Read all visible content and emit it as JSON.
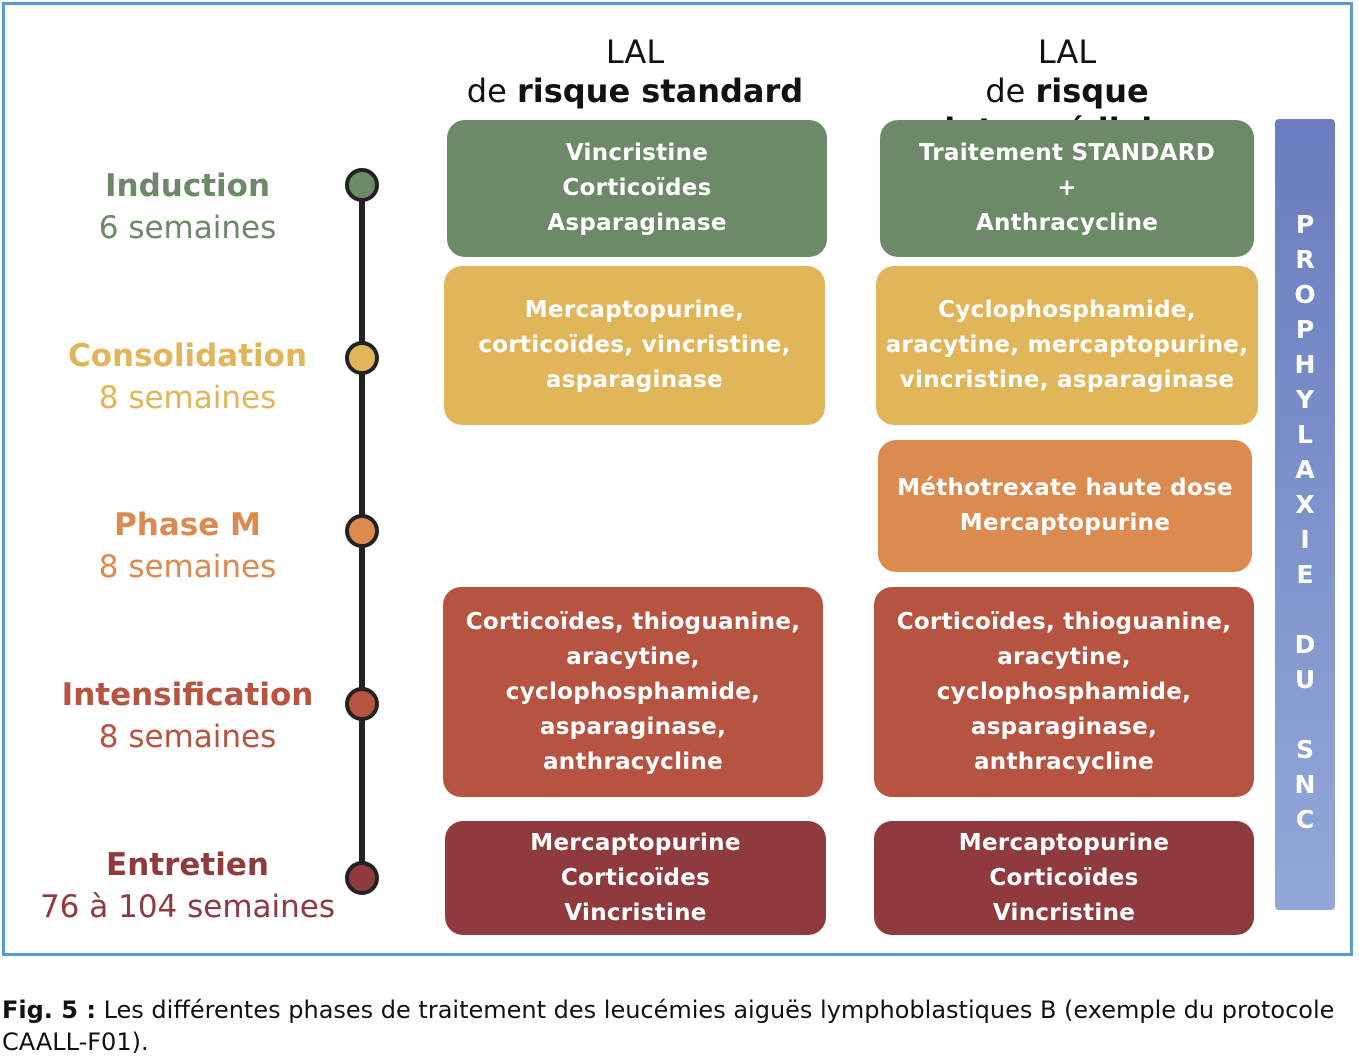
{
  "colors": {
    "induction": "#6d8a68",
    "consolidation": "#e1b65a",
    "phase_m": "#db8a50",
    "intensification": "#b65441",
    "entretien": "#8f3b3e",
    "prophylaxie": "#7b8fcb",
    "frame": "#5b9bd5"
  },
  "columns": [
    {
      "line1": "LAL",
      "prefix": "de ",
      "bold": "risque standard"
    },
    {
      "line1": "LAL",
      "prefix": "de ",
      "bold": "risque intermédiaire"
    }
  ],
  "phases": [
    {
      "name": "Induction",
      "duration": "6 semaines"
    },
    {
      "name": "Consolidation",
      "duration": "8 semaines"
    },
    {
      "name": "Phase M",
      "duration": "8 semaines"
    },
    {
      "name": "Intensification",
      "duration": "8 semaines"
    },
    {
      "name": "Entretien",
      "duration": "76 à 104 semaines"
    }
  ],
  "boxes": {
    "standard": {
      "induction": [
        "Vincristine",
        "Corticoïdes",
        "Asparaginase"
      ],
      "consolidation": [
        "Mercaptopurine,",
        "corticoïdes, vincristine,",
        "asparaginase"
      ],
      "intensification": [
        "Corticoïdes, thioguanine,",
        "aracytine,",
        "cyclophosphamide,",
        "asparaginase,",
        "anthracycline"
      ],
      "entretien": [
        "Mercaptopurine",
        "Corticoïdes",
        "Vincristine"
      ]
    },
    "intermediaire": {
      "induction": [
        "Traitement STANDARD",
        "+",
        "Anthracycline"
      ],
      "consolidation": [
        "Cyclophosphamide,",
        "aracytine, mercaptopurine,",
        "vincristine, asparaginase"
      ],
      "phase_m": [
        "Méthotrexate haute dose",
        "Mercaptopurine"
      ],
      "intensification": [
        "Corticoïdes, thioguanine,",
        "aracytine,",
        "cyclophosphamide,",
        "asparaginase,",
        "anthracycline"
      ],
      "entretien": [
        "Mercaptopurine",
        "Corticoïdes",
        "Vincristine"
      ]
    }
  },
  "prophylaxie": [
    "P",
    "R",
    "O",
    "P",
    "H",
    "Y",
    "L",
    "A",
    "X",
    "I",
    "E",
    " ",
    "D",
    "U",
    " ",
    "S",
    "N",
    "C"
  ],
  "caption": {
    "label": "Fig. 5 :",
    "text": " Les différentes phases de traitement des leucémies aiguës lymphoblastiques B (exemple du protocole CAALL-F01)."
  }
}
